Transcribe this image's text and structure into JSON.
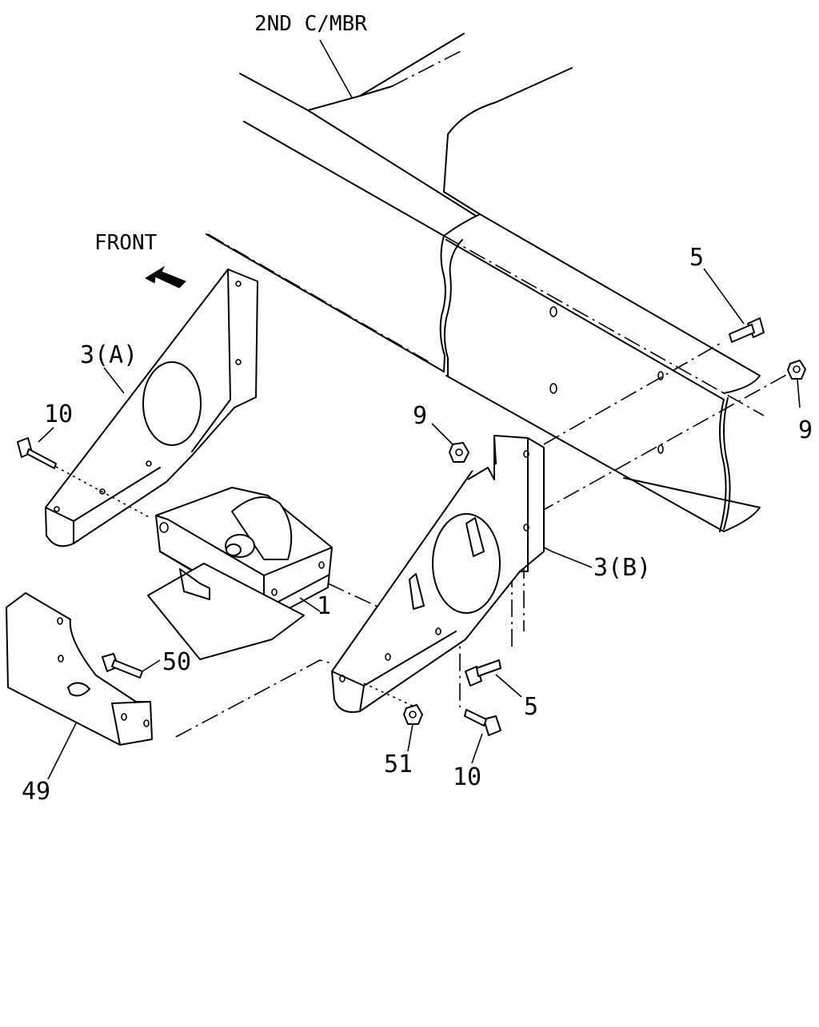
{
  "diagram": {
    "labels": {
      "cross_member": "2ND C/MBR",
      "front": "FRONT",
      "bracket_a": "3(A)",
      "bracket_b": "3(B)",
      "bolt_top_right": "5",
      "bolt_lower_right": "5",
      "nut_right": "9",
      "nut_middle": "9",
      "bolt_left": "10",
      "bolt_bottom": "10",
      "bearing": "1",
      "cover_bolt": "50",
      "cover": "49",
      "nut_bottom": "51"
    }
  }
}
